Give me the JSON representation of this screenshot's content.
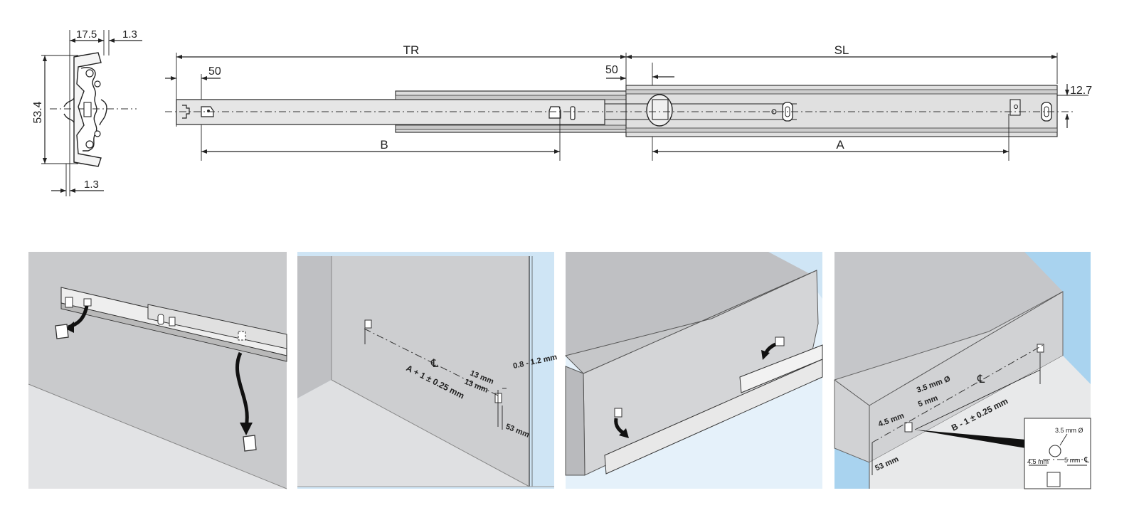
{
  "section": {
    "labels": {
      "w1": "17.5",
      "w2": "1.3",
      "h": "53.4",
      "w3": "1.3"
    }
  },
  "rail": {
    "labels": {
      "tr": "TR",
      "sl": "SL",
      "off1": "50",
      "off2": "50",
      "thick": "12.7",
      "b": "B",
      "a": "A"
    }
  },
  "step2": {
    "labels": {
      "clearance": "0.8 - 1.2 mm",
      "d1": "13 mm",
      "d2": "13 mm",
      "formula": "A + 1 ± 0.25 mm",
      "depth": "53 mm",
      "cl": "℄"
    }
  },
  "step4": {
    "labels": {
      "hole": "3.5 mm Ø",
      "d5": "5 mm",
      "d45": "4.5 mm",
      "formula": "B - 1 ± 0.25 mm",
      "depth": "53 mm",
      "cl": "℄"
    },
    "detail": {
      "hole": "3.5 mm Ø",
      "d45": "4.5 mm",
      "d5": "5 mm",
      "cl": "℄"
    }
  },
  "colors": {
    "panel": "#d2d3d5",
    "wall": "#c2c3c6",
    "floor": "#e4e5e7",
    "sky": "#cfe5f5",
    "sky2": "#a9d3ef",
    "line": "#222222"
  }
}
